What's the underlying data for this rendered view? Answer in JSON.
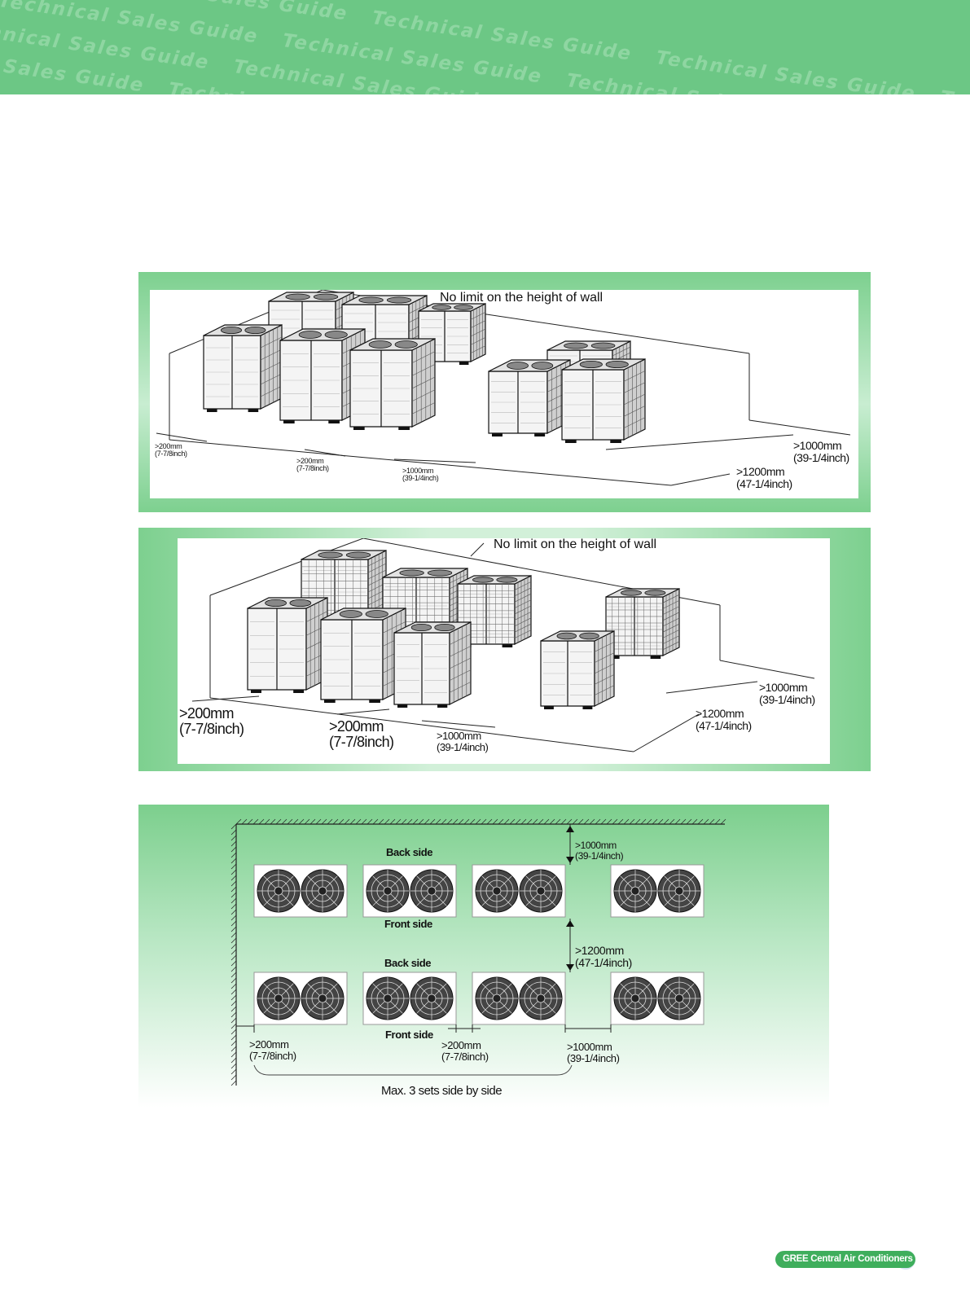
{
  "header": {
    "watermark_text": "Technical Sales Guide"
  },
  "panel_1": {
    "wall_label": "No limit on the height of wall",
    "spacing_labels": [
      {
        "mm": ">200mm",
        "inch": "(7-7/8inch)"
      },
      {
        "mm": ">200mm",
        "inch": "(7-7/8inch)"
      },
      {
        "mm": ">1000mm",
        "inch": "(39-1/4inch)"
      },
      {
        "mm": ">1000mm",
        "inch": "(39-1/4inch)"
      },
      {
        "mm": ">1200mm",
        "inch": "(47-1/4inch)"
      }
    ]
  },
  "panel_2": {
    "wall_label": "No limit on the height of wall",
    "spacing_labels": [
      {
        "mm": ">200mm",
        "inch": "(7-7/8inch)"
      },
      {
        "mm": ">200mm",
        "inch": "(7-7/8inch)"
      },
      {
        "mm": ">1000mm",
        "inch": "(39-1/4inch)"
      },
      {
        "mm": ">1000mm",
        "inch": "(39-1/4inch)"
      },
      {
        "mm": ">1200mm",
        "inch": "(47-1/4inch)"
      }
    ]
  },
  "panel_3": {
    "back_side": "Back side",
    "front_side": "Front side",
    "max_sets": "Max. 3 sets side by side",
    "spacing_labels": [
      {
        "mm": ">1000mm",
        "inch": "(39-1/4inch)"
      },
      {
        "mm": ">1200mm",
        "inch": "(47-1/4inch)"
      },
      {
        "mm": ">200mm",
        "inch": "(7-7/8inch)"
      },
      {
        "mm": ">200mm",
        "inch": "(7-7/8inch)"
      },
      {
        "mm": ">1000mm",
        "inch": "(39-1/4inch)"
      }
    ]
  },
  "footer": {
    "brand": "GREE Central Air Conditioners"
  }
}
